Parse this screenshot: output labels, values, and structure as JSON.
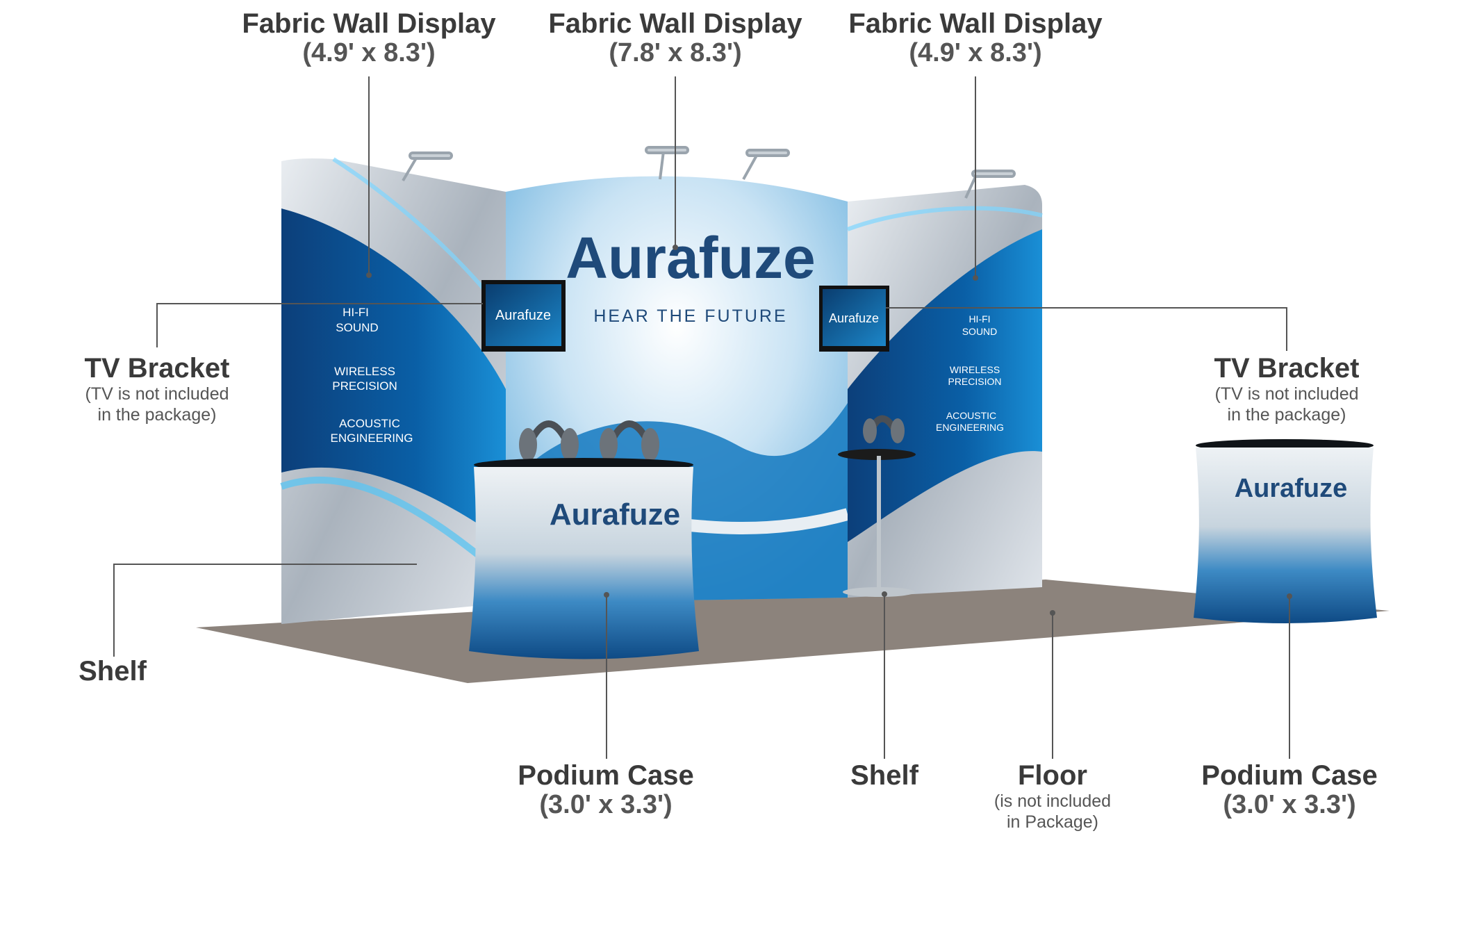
{
  "labels": {
    "wall_left": {
      "title": "Fabric Wall Display",
      "dims": "(4.9' x 8.3')"
    },
    "wall_center": {
      "title": "Fabric Wall Display",
      "dims": "(7.8' x 8.3')"
    },
    "wall_right": {
      "title": "Fabric Wall Display",
      "dims": "(4.9' x 8.3')"
    },
    "tv_left": {
      "title": "TV Bracket",
      "note_1": "(TV is not included",
      "note_2": "in the package)"
    },
    "tv_right": {
      "title": "TV Bracket",
      "note_1": "(TV is not included",
      "note_2": "in the package)"
    },
    "shelf_left": {
      "title": "Shelf"
    },
    "podium_left": {
      "title": "Podium Case",
      "dims": "(3.0' x 3.3')"
    },
    "shelf_center": {
      "title": "Shelf"
    },
    "floor": {
      "title": "Floor",
      "note_1": "(is not included",
      "note_2": "in Package)"
    },
    "podium_right": {
      "title": "Podium Case",
      "dims": "(3.0' x 3.3')"
    }
  },
  "graphics": {
    "brand": "Aurafuze",
    "tagline": "HEAR THE FUTURE",
    "left_panel_features": [
      "HI-FI",
      "SOUND",
      "WIRELESS",
      "PRECISION",
      "ACOUSTIC",
      "ENGINEERING"
    ],
    "right_panel_features": [
      "HI-FI",
      "SOUND",
      "WIRELESS",
      "PRECISION",
      "ACOUSTIC",
      "ENGINEERING"
    ]
  },
  "colors": {
    "label_text": "#3a3a3a",
    "leader_line": "#555555",
    "brand_navy": "#1f4a7a",
    "accent_blue": "#1a7fc6",
    "floor": "#8c837c"
  }
}
